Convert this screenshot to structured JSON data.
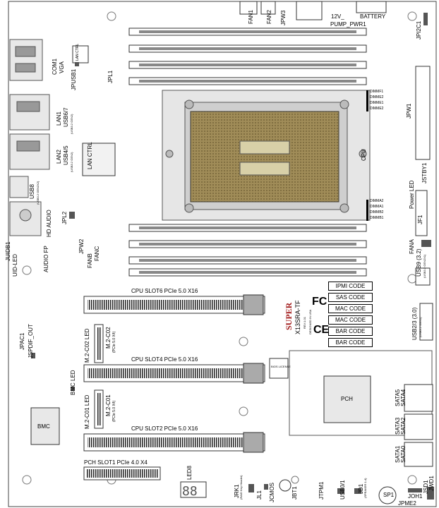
{
  "board": {
    "brand": "SUPER",
    "model": "X13SRA-TF",
    "revision": "REV:1.01",
    "designed_in": "DESIGNED IN USA",
    "cert_ce": "CE",
    "cert_fcc": "FC"
  },
  "codes": [
    "IPMI CODE",
    "SAS CODE",
    "MAC CODE",
    "MAC CODE",
    "BAR CODE",
    "BAR CODE"
  ],
  "top_labels": {
    "fan1": "FAN1",
    "fan2": "FAN2",
    "jpw3": "JPW3",
    "twelve_v": "12V_",
    "pump_pwr1": "PUMP_PWR1",
    "battery": "BATTERY",
    "jpi2c1": "JPI2C1"
  },
  "left_labels": {
    "com1": "COM1",
    "vga": "VGA",
    "lan_ctrl_top": "LAN CTRL",
    "jpusb1": "JPUSB1",
    "jpl1": "JPL1",
    "lan1": "LAN1",
    "usb67": "USB6/7",
    "usb67_sub": "(USB3.2 GEN2)",
    "lan2": "LAN2",
    "usb45": "USB4/5",
    "usb45_sub": "(USB3.2 GEN2)",
    "lan_ctrl": "LAN CTRL",
    "usb8": "USB8",
    "usb8_sub": "(USB3.2 GEN2X2)",
    "jpl2": "JPL2",
    "hd_audio": "HD AUDIO",
    "jpw2": "JPW2",
    "fanb": "FANB",
    "fanc": "FANC",
    "juidb1": "JUIDB1",
    "audio_fp": "AUDIO FP",
    "uid_led": "UID-LED",
    "jpac1": "JPAC1",
    "jspdif": "JSPDIF_OUT",
    "bmc_led": "BMC LED",
    "bmc": "BMC"
  },
  "center_labels": {
    "dimm_top": [
      "DIMMF1",
      "DIMME2",
      "DIMME1",
      "DIMME2"
    ],
    "dimm_bottom": [
      "DIMMA2",
      "DIMMA1",
      "DIMMB2",
      "DIMMB1"
    ],
    "cpu": "CPU",
    "slot6": "CPU SLOT6 PCIe 5.0 X16",
    "slot4": "CPU SLOT4 PCIe 5.0 X16",
    "slot2": "CPU SLOT2 PCIe 5.0 X16",
    "slot1": "PCH SLOT1 PCIe 4.0 X4",
    "m2_c02_led": "M.2-C02 LED",
    "m2_c02": "M.2-C02",
    "m2_c02_sub": "(PCIe 5.0 X4)",
    "m2_c01_led": "M.2-C01 LED",
    "m2_c01": "M.2-C01",
    "m2_c01_sub": "(PCIe 5.0 X4)",
    "bios_license": "BIOS LICENSE",
    "pch": "PCH",
    "led8": "LED8"
  },
  "right_labels": {
    "jpw1": "JPW1",
    "power_led": "Power LED",
    "jstby1": "JSTBY1",
    "jf1": "JF1",
    "fana": "FANA",
    "usb9": "USB9 (3.2)",
    "usb9_sub": "(USB3.2 GEN2X1)",
    "usb23": "USB2/3 (3.0)",
    "usb23_sub": "(USB3.2 GEN1)",
    "sata5": "SATA5",
    "sata4": "SATA4",
    "sata3": "SATA3",
    "sata2": "SATA2",
    "sata1": "SATA1",
    "sata0": "SATA0",
    "jsd1": "JSD1",
    "jwd1": "JWD1"
  },
  "bottom_labels": {
    "jrk1": "JRK1",
    "jrk1_sub": "(RAID Key Header)",
    "jl1": "JL1",
    "jcmos": "JCMOS",
    "jbt1": "JBT1",
    "jtpm1": "JTPM1",
    "usb01": "USB0/1",
    "jd1": "JD1",
    "jd1_sub": "(SPEAKER 1-4)",
    "sp1": "SP1",
    "joh1": "JOH1",
    "jpme2": "JPME2"
  }
}
